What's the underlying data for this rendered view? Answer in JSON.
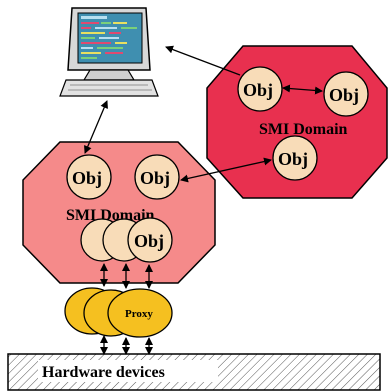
{
  "upper_domain": {
    "label": "SMI Domain",
    "objects": [
      "Obj",
      "Obj",
      "Obj"
    ],
    "fill_color": "#e8304f"
  },
  "lower_domain": {
    "label": "SMI Domain",
    "objects": [
      "Obj",
      "Obj",
      "Obj"
    ],
    "fill_color": "#f58a8a"
  },
  "proxy": {
    "label": "Proxy",
    "fill_color": "#f5c020"
  },
  "hardware": {
    "label": "Hardware devices"
  },
  "object_fill_color": "#f8dcb8",
  "icons": {
    "workstation": "computer-monitor-icon"
  }
}
